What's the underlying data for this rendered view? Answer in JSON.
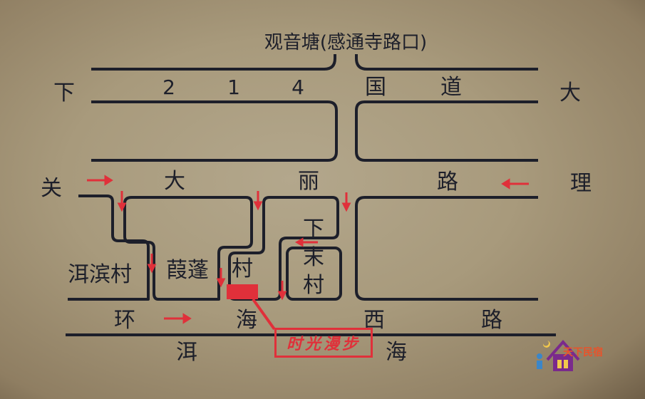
{
  "title": "观音塘(感通寺路口)",
  "roads": {
    "national_road": [
      "下",
      "2",
      "1",
      "4",
      "国",
      "道",
      "大"
    ],
    "dali_road": [
      "关",
      "大",
      "丽",
      "路",
      "理"
    ],
    "huanhai_west_road": [
      "环",
      "海",
      "西",
      "路"
    ],
    "erhai": [
      "洱",
      "海"
    ]
  },
  "villages": {
    "erbin": "洱滨村",
    "jiapeng": "葭蓬",
    "jiapeng_cun": "村",
    "xiamo": [
      "下",
      "末",
      "村"
    ]
  },
  "marker_label": "时光漫步",
  "logo": {
    "text": "天下民宿"
  },
  "colors": {
    "road": "#1d1f2a",
    "accent": "#e0303a",
    "logo_purple": "#7a2a8c"
  }
}
